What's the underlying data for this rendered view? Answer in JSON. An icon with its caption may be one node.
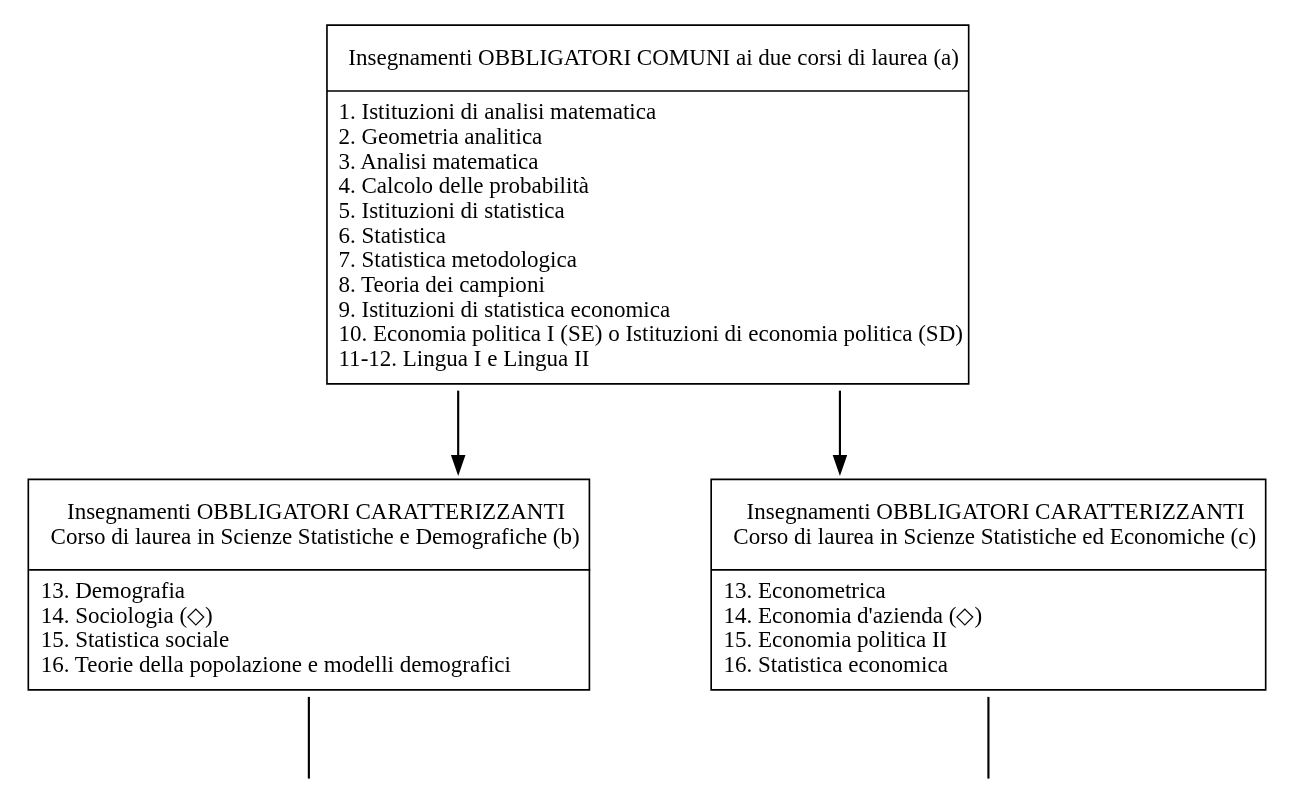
{
  "diagram": {
    "nodes": [
      {
        "text": [
          "Insegnamenti OBBLIGATORI COMUNI ai due corsi di laurea (a)",
          "1. Istituzioni di analisi matematica",
          "2. Geometria analitica",
          "3. Analisi matematica",
          "4. Calcolo delle probabilità",
          "5. Istituzioni di statistica",
          "6. Statistica",
          "7. Statistica metodologica",
          "8. Teoria dei campioni",
          "9. Istituzioni di statistica economica",
          "10. Economia politica I (SE) o Istituzioni di economia politica (SD)",
          "11-12. Lingua I e Lingua II"
        ]
      },
      {
        "text": [
          "Insegnamenti OBBLIGATORI CARATTERIZZANTI",
          "Corso di laurea in Scienze Statistiche e Demografiche (b)",
          "13. Demografia",
          "14. Sociologia (◇)",
          "15. Statistica sociale",
          "16. Teorie della popolazione e modelli demografici"
        ]
      },
      {
        "text": [
          "Insegnamenti OBBLIGATORI CARATTERIZZANTI",
          "Corso di laurea in Scienze Statistiche ed Economiche (c)",
          "13. Econometrica",
          "14. Economia d'azienda (◇)",
          "15. Economia politica II",
          "16. Statistica economica"
        ]
      }
    ],
    "edges": [
      {
        "from": 0,
        "to": 1,
        "arrow": "to"
      },
      {
        "from": 0,
        "to": 2,
        "arrow": "to"
      },
      {
        "from": 1,
        "to": null,
        "arrow": "none"
      },
      {
        "from": 2,
        "to": null,
        "arrow": "none"
      }
    ]
  }
}
